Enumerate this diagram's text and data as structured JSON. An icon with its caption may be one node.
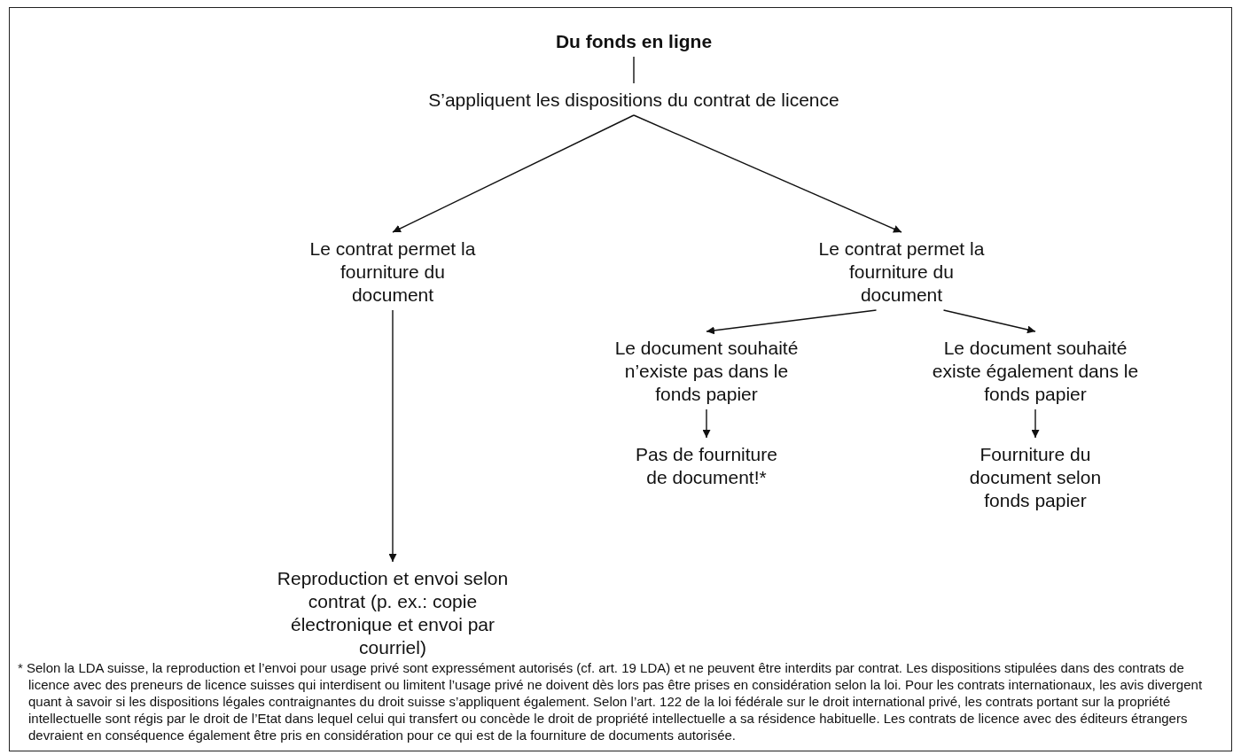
{
  "diagram": {
    "nodes": [
      {
        "text": [
          "Du fonds en ligne"
        ]
      },
      {
        "text": [
          "S’appliquent les dispositions du contrat de licence"
        ]
      },
      {
        "text": [
          "Le contrat permet la fourniture du document"
        ]
      },
      {
        "text": [
          "Le contrat permet la fourniture du document"
        ]
      },
      {
        "text": [
          "Le document souhaité n’existe pas dans le fonds papier"
        ]
      },
      {
        "text": [
          "Le document souhaité existe également dans le fonds papier"
        ]
      },
      {
        "text": [
          "Pas de fourniture de document!*"
        ]
      },
      {
        "text": [
          "Fourniture du document selon fonds papier"
        ]
      },
      {
        "text": [
          "Reproduction et envoi selon contrat (p. ex.: copie électronique et envoi par courriel)"
        ]
      }
    ],
    "edges": [
      {
        "from": 0,
        "to": 1,
        "arrow": "none"
      },
      {
        "from": 1,
        "to": 2,
        "arrow": "to"
      },
      {
        "from": 1,
        "to": 3,
        "arrow": "to"
      },
      {
        "from": 2,
        "to": 8,
        "arrow": "to"
      },
      {
        "from": 3,
        "to": 4,
        "arrow": "to"
      },
      {
        "from": 3,
        "to": 5,
        "arrow": "to"
      },
      {
        "from": 4,
        "to": 6,
        "arrow": "to"
      },
      {
        "from": 5,
        "to": 7,
        "arrow": "to"
      }
    ],
    "labels": [
      "* Selon la LDA suisse, la reproduction et l’envoi pour usage privé sont expressément autorisés (cf. art. 19 LDA) et ne peuvent être interdits par contrat. Les dispositions stipulées dans des contrats de licence avec des preneurs de licence suisses qui interdisent ou limitent l’usage privé ne doivent dès lors pas être prises en considération selon la loi. Pour les contrats internationaux, les avis divergent quant à savoir si les dispositions légales contraignantes du droit suisse s’appliquent également. Selon l’art. 122 de la loi fédérale sur le droit international privé, les contrats portant sur la propriété intellectuelle sont régis par le droit de l’Etat dans lequel celui qui transfert ou concède le droit de propriété intellectuelle a sa résidence habituelle. Les contrats de licence avec des éditeurs étrangers devraient en conséquence également être pris en considération pour ce qui est de la fourniture de documents autorisée."
    ]
  }
}
